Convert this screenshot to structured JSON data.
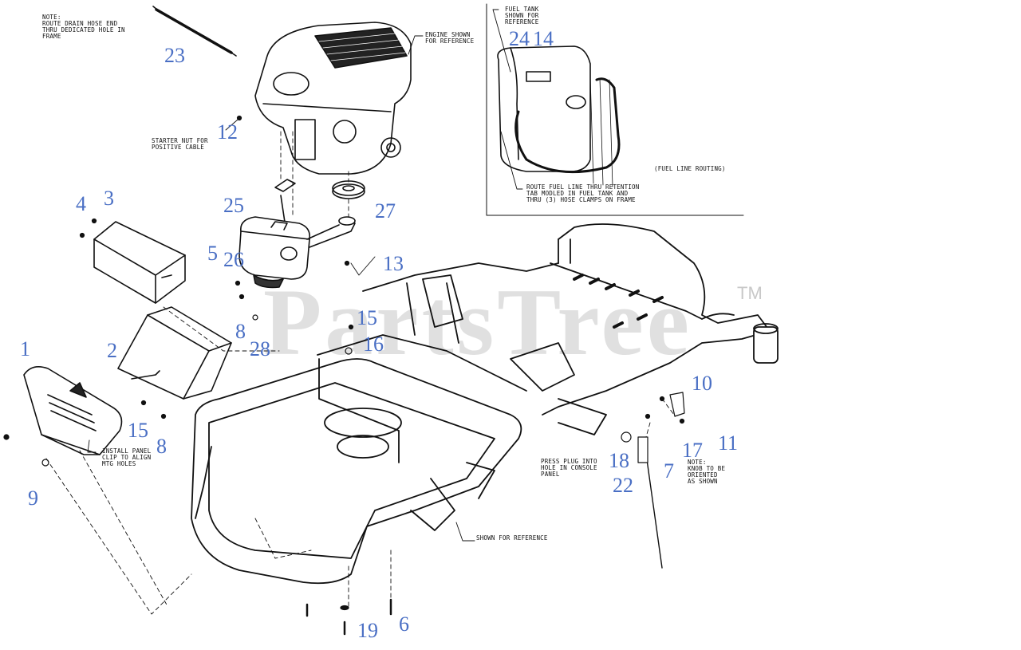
{
  "watermark": {
    "text": "PartsTree",
    "tm": "TM"
  },
  "notes": {
    "drain_hose": "NOTE:\nROUTE DRAIN HOSE END\nTHRU DEDICATED HOLE IN\nFRAME",
    "engine_ref": "ENGINE SHOWN\nFOR REFERENCE",
    "fuel_tank_ref": "FUEL TANK\nSHOWN FOR\nREFERENCE",
    "starter_nut": "STARTER NUT FOR\nPOSITIVE CABLE",
    "fuel_line_routing": "(FUEL LINE ROUTING)",
    "route_fuel_line": "ROUTE FUEL LINE THRU RETENTION\nTAB MODLED IN FUEL TANK AND\nTHRU (3) HOSE CLAMPS ON FRAME",
    "install_panel": "INSTALL PANEL\nCLIP TO ALIGN\nMTG HOLES",
    "press_plug": "PRESS PLUG INTO\nHOLE IN CONSOLE\nPANEL",
    "knob_note": "NOTE:\nKNOB TO BE\nORIENTED\nAS SHOWN",
    "shown_for_reference": "SHOWN FOR REFERENCE"
  },
  "callouts": [
    {
      "id": "c1",
      "label": "1"
    },
    {
      "id": "c2",
      "label": "2"
    },
    {
      "id": "c3",
      "label": "3"
    },
    {
      "id": "c4",
      "label": "4"
    },
    {
      "id": "c5",
      "label": "5"
    },
    {
      "id": "c6",
      "label": "6"
    },
    {
      "id": "c7",
      "label": "7"
    },
    {
      "id": "c8a",
      "label": "8"
    },
    {
      "id": "c8b",
      "label": "8"
    },
    {
      "id": "c9",
      "label": "9"
    },
    {
      "id": "c10",
      "label": "10"
    },
    {
      "id": "c11",
      "label": "11"
    },
    {
      "id": "c12",
      "label": "12"
    },
    {
      "id": "c13",
      "label": "13"
    },
    {
      "id": "c14",
      "label": "14"
    },
    {
      "id": "c15a",
      "label": "15"
    },
    {
      "id": "c15b",
      "label": "15"
    },
    {
      "id": "c16",
      "label": "16"
    },
    {
      "id": "c17",
      "label": "17"
    },
    {
      "id": "c18",
      "label": "18"
    },
    {
      "id": "c19",
      "label": "19"
    },
    {
      "id": "c22",
      "label": "22"
    },
    {
      "id": "c23",
      "label": "23"
    },
    {
      "id": "c24",
      "label": "24"
    },
    {
      "id": "c25",
      "label": "25"
    },
    {
      "id": "c26",
      "label": "26"
    },
    {
      "id": "c27",
      "label": "27"
    },
    {
      "id": "c28",
      "label": "28"
    }
  ]
}
